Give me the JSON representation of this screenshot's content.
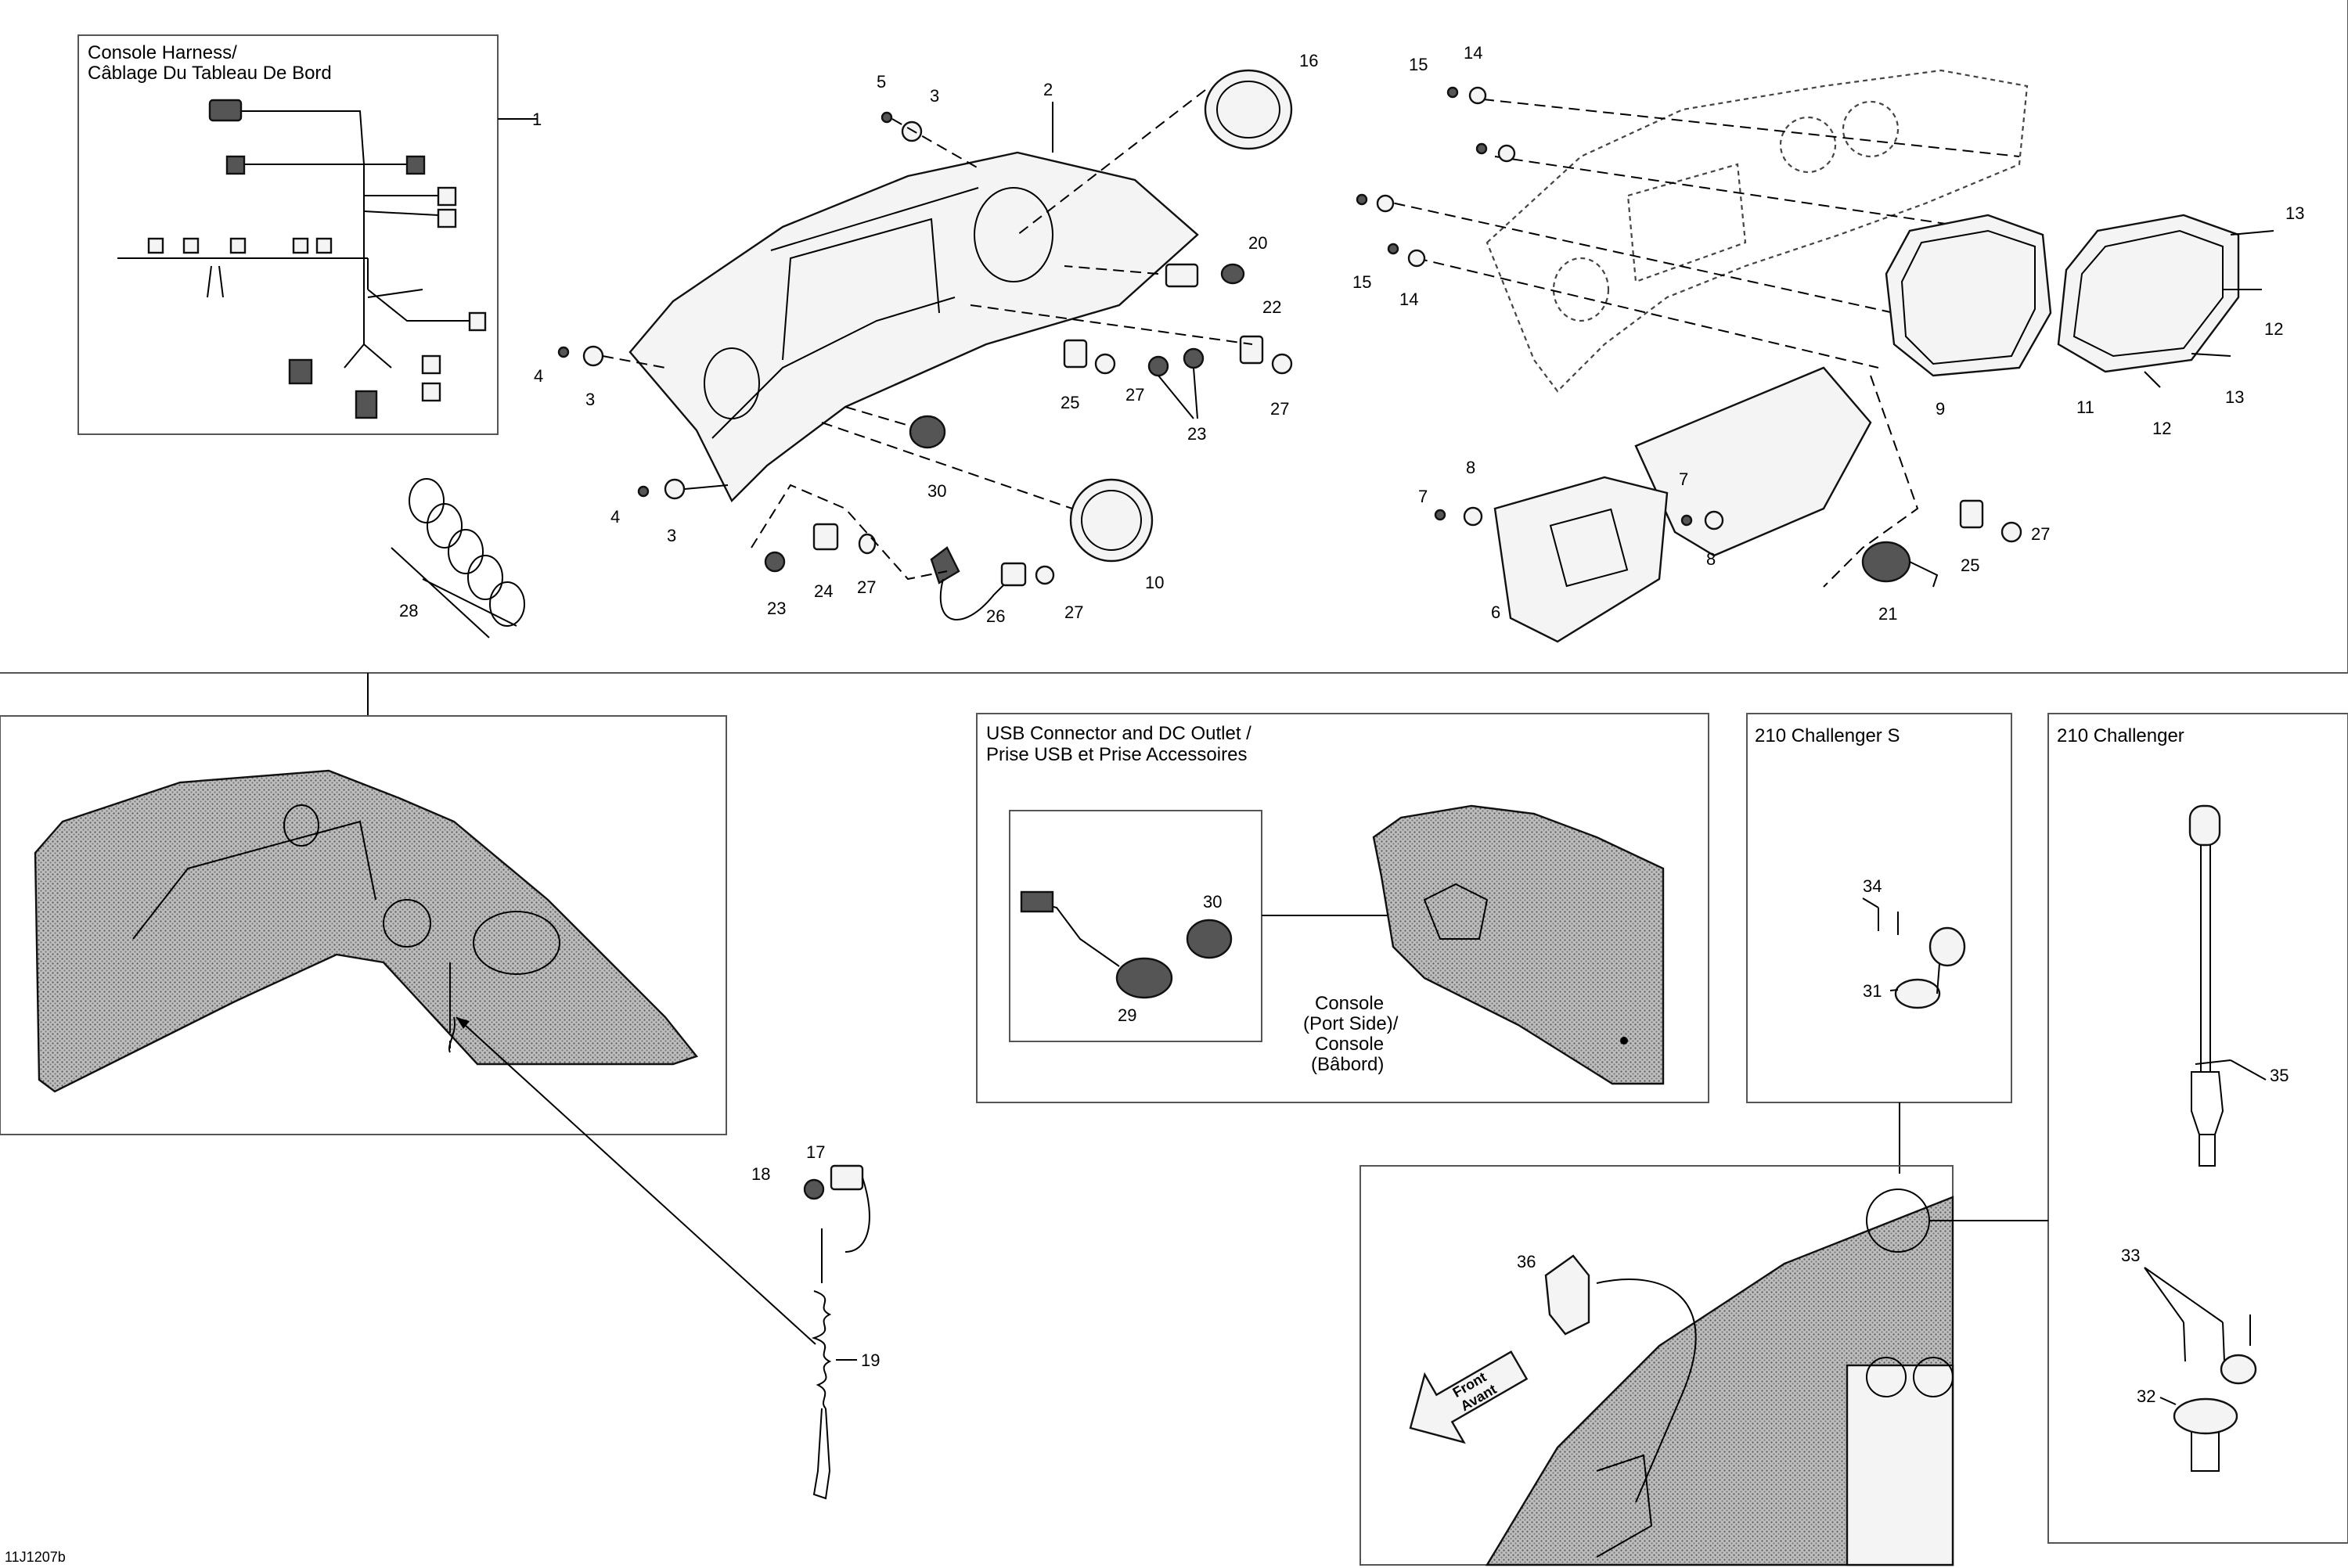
{
  "figure_code": "11J1207b",
  "panels": {
    "harness": {
      "title_line1": "Console Harness/",
      "title_line2": "Câblage Du Tableau De Bord"
    },
    "usb": {
      "title_line1": "USB Connector and DC Outlet /",
      "title_line2": "Prise USB et Prise Accessoires"
    },
    "challenger_s": {
      "title": "210 Challenger S"
    },
    "challenger": {
      "title": "210 Challenger"
    }
  },
  "console_label": {
    "line1": "Console",
    "line2": "(Port Side)/",
    "line3": "Console",
    "line4": "(Bâbord)"
  },
  "front_arrow": {
    "line1": "Front",
    "line2": "Avant"
  },
  "callouts": {
    "c1": "1",
    "c2": "2",
    "c3": "3",
    "c4": "4",
    "c5": "5",
    "c6": "6",
    "c7": "7",
    "c8": "8",
    "c9": "9",
    "c10": "10",
    "c11": "11",
    "c12": "12",
    "c13": "13",
    "c14": "14",
    "c15": "15",
    "c16": "16",
    "c17": "17",
    "c18": "18",
    "c19": "19",
    "c20": "20",
    "c21": "21",
    "c22": "22",
    "c23": "23",
    "c24": "24",
    "c25": "25",
    "c26": "26",
    "c27": "27",
    "c28": "28",
    "c29": "29",
    "c30": "30",
    "c31": "31",
    "c32": "32",
    "c33": "33",
    "c34": "34",
    "c35": "35",
    "c36": "36"
  }
}
